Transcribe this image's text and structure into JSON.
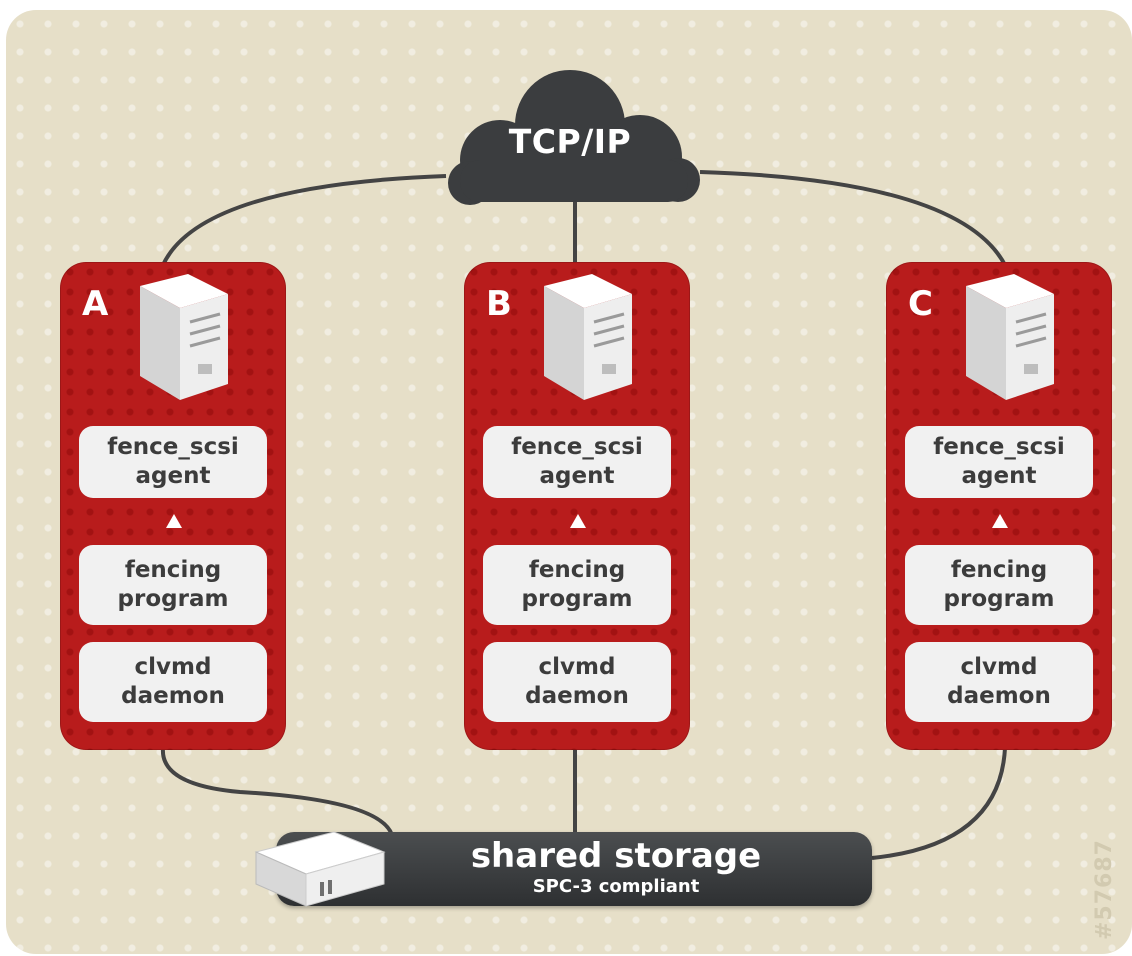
{
  "network": {
    "label": "TCP/IP"
  },
  "nodes": [
    {
      "letter": "A",
      "agent": [
        "fence_scsi",
        "agent"
      ],
      "program": [
        "fencing",
        "program"
      ],
      "daemon": [
        "clvmd",
        "daemon"
      ]
    },
    {
      "letter": "B",
      "agent": [
        "fence_scsi",
        "agent"
      ],
      "program": [
        "fencing",
        "program"
      ],
      "daemon": [
        "clvmd",
        "daemon"
      ]
    },
    {
      "letter": "C",
      "agent": [
        "fence_scsi",
        "agent"
      ],
      "program": [
        "fencing",
        "program"
      ],
      "daemon": [
        "clvmd",
        "daemon"
      ]
    }
  ],
  "storage": {
    "title": "shared storage",
    "subtitle": "SPC-3 compliant"
  },
  "watermark": "#57687",
  "colors": {
    "background": "#e6dfc8",
    "node": "#b81c1c",
    "cloud": "#3b3d3f",
    "storage": "#3a3c3e",
    "box": "#f1f1f1"
  }
}
